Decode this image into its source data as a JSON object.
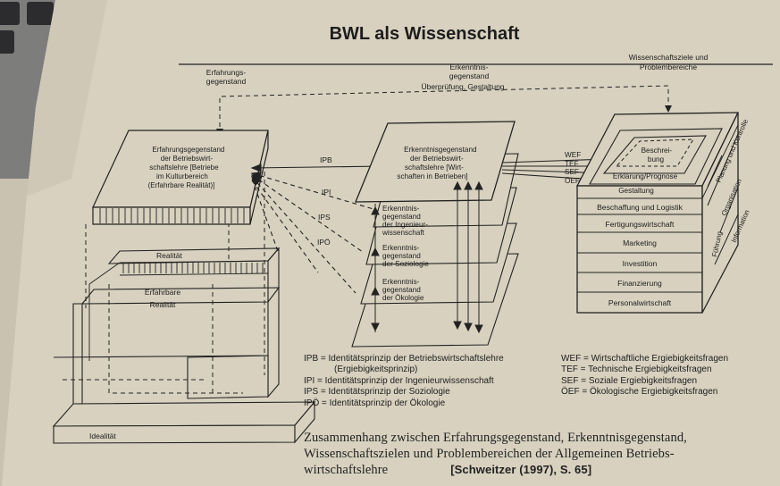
{
  "title": "BWL als Wissenschaft",
  "headers": {
    "col1": [
      "Erfahrungs-",
      "gegenstand"
    ],
    "col2": [
      "Erkenntnis-",
      "gegenstand"
    ],
    "col3": [
      "Wissenschaftsziele und",
      "Problembereiche"
    ]
  },
  "feedback_label": "Überprüfung, Gestaltung",
  "left_block": {
    "lines": [
      "Erfahrungsgegenstand",
      "der Betriebswirt-",
      "schaftslehre [Betriebe",
      "im Kulturbereich",
      "(Erfahrbare Realität)]"
    ],
    "realitaet": "Realität",
    "erfahrbare": [
      "Erfahrbare",
      "Realität"
    ],
    "idealitaet": "Idealität"
  },
  "arrows": [
    "IPB",
    "IPI",
    "IPS",
    "IPÖ"
  ],
  "middle_block": {
    "top": [
      "Erkenntnisgegenstand",
      "der Betriebswirt-",
      "schaftslehre [Wirt-",
      "schaften in Betrieben]"
    ],
    "layers": [
      [
        "Erkenntnis-",
        "gegenstand",
        "der Ingenieur-",
        "wissenschaft"
      ],
      [
        "Erkenntnis-",
        "gegenstand",
        "der Soziologie"
      ],
      [
        "Erkenntnis-",
        "gegenstand",
        "der Ökologie"
      ]
    ]
  },
  "right_arrows": [
    "WEF",
    "TEF",
    "SEF",
    "ÖEF"
  ],
  "right_block": {
    "inner": [
      "Beschrei-",
      "bung"
    ],
    "erklaerung": "Erklärung/Prognose",
    "gestaltung": "Gestaltung",
    "rows": [
      "Beschaffung und Logistik",
      "Fertigungswirtschaft",
      "Marketing",
      "Investition",
      "Finanzierung",
      "Personalwirtschaft"
    ],
    "side": [
      "Planung und Kontrolle",
      "Organisation",
      "Information",
      "Führung"
    ]
  },
  "legend": {
    "left": [
      "IPB = Identitätsprinzip der Betriebswirtschaftslehre",
      "(Ergiebigkeitsprinzip)",
      "IPI = Identitätsprinzip der Ingenieurwissenschaft",
      "IPS = Identitätsprinzip der Soziologie",
      "IPÖ = Identitätsprinzip der Ökologie"
    ],
    "right": [
      "WEF = Wirtschaftliche Ergiebigkeitsfragen",
      "TEF = Technische Ergiebigkeitsfragen",
      "SEF = Soziale Ergiebigkeitsfragen",
      "ÖEF = Ökologische Ergiebigkeitsfragen"
    ]
  },
  "caption": {
    "line1": "Zusammenhang zwischen Erfahrungsgegenstand, Erkenntnisgegenstand,",
    "line2": "Wissenschaftszielen und Problembereichen der Allgemeinen Betriebs-",
    "line3": "wirtschaftslehre",
    "source": "[Schweitzer (1997), S. 65]"
  },
  "colors": {
    "paper": "#d8d1bf",
    "ink": "#1d1d1d",
    "desk": "#7d7d7c"
  }
}
